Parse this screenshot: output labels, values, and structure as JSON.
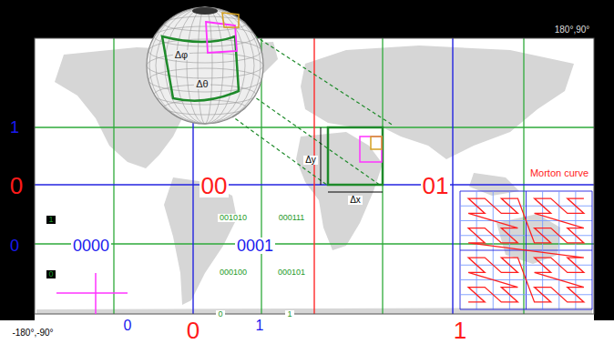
{
  "diagram": {
    "labels": [
      "180°,90°",
      "Δφ",
      "Δθ",
      "1",
      "0",
      "00",
      "01",
      "Morton curve",
      "Δy",
      "Δx",
      "1",
      "0",
      "0000",
      "0001",
      "001010",
      "000111",
      "000100",
      "000101",
      "0",
      "-180°,-90°",
      "0",
      "0",
      "0",
      "1",
      "1",
      "1"
    ]
  }
}
